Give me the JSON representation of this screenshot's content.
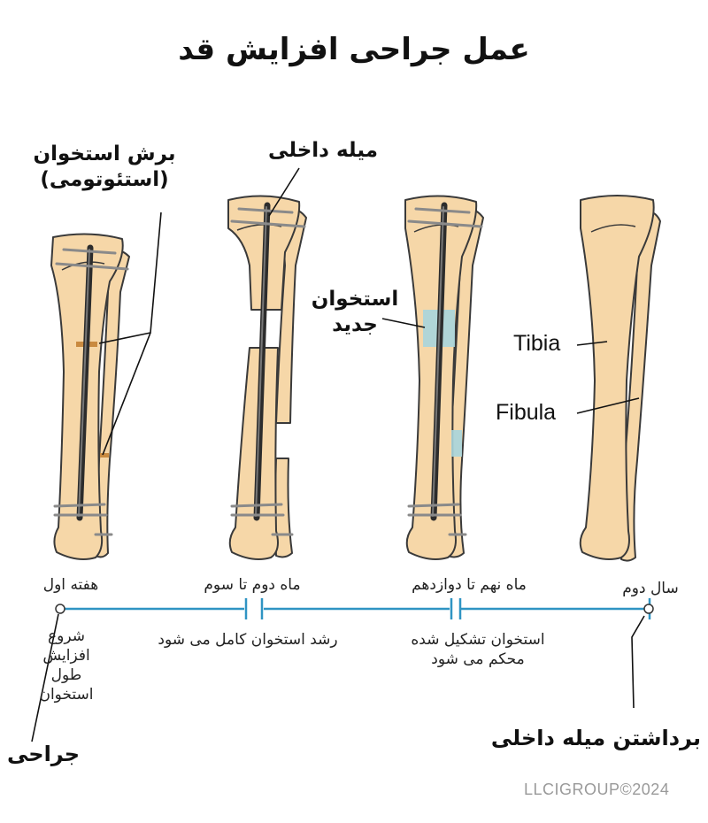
{
  "title": "عمل جراحی افزایش قد",
  "labels": {
    "osteotomy": "برش استخوان",
    "osteotomy_sub": "(استئوتومی)",
    "internal_rod": "میله داخلی",
    "new_bone_1": "استخوان",
    "new_bone_2": "جدید",
    "tibia": "Tibia",
    "fibula": "Fibula"
  },
  "timeline": {
    "stages": [
      {
        "time": "هفته اول",
        "desc": [
          "شروع",
          "افزایش",
          "طول",
          "استخوان"
        ],
        "event": "جراحی"
      },
      {
        "time": "ماه دوم تا سوم",
        "desc": [
          "رشد استخوان کامل می شود"
        ]
      },
      {
        "time": "ماه نهم تا دوازدهم",
        "desc": [
          "استخوان تشکیل شده",
          "محکم می شود"
        ]
      },
      {
        "time": "سال دوم",
        "event": "برداشتن میله داخلی"
      }
    ]
  },
  "colors": {
    "bone": "#f6d7a8",
    "bone_outline": "#3a3a3a",
    "rod": "#3c3c3c",
    "new_bone": "#a9d5dc",
    "timeline": "#2f94c3"
  },
  "copyright": "LLCIGROUP©2024"
}
